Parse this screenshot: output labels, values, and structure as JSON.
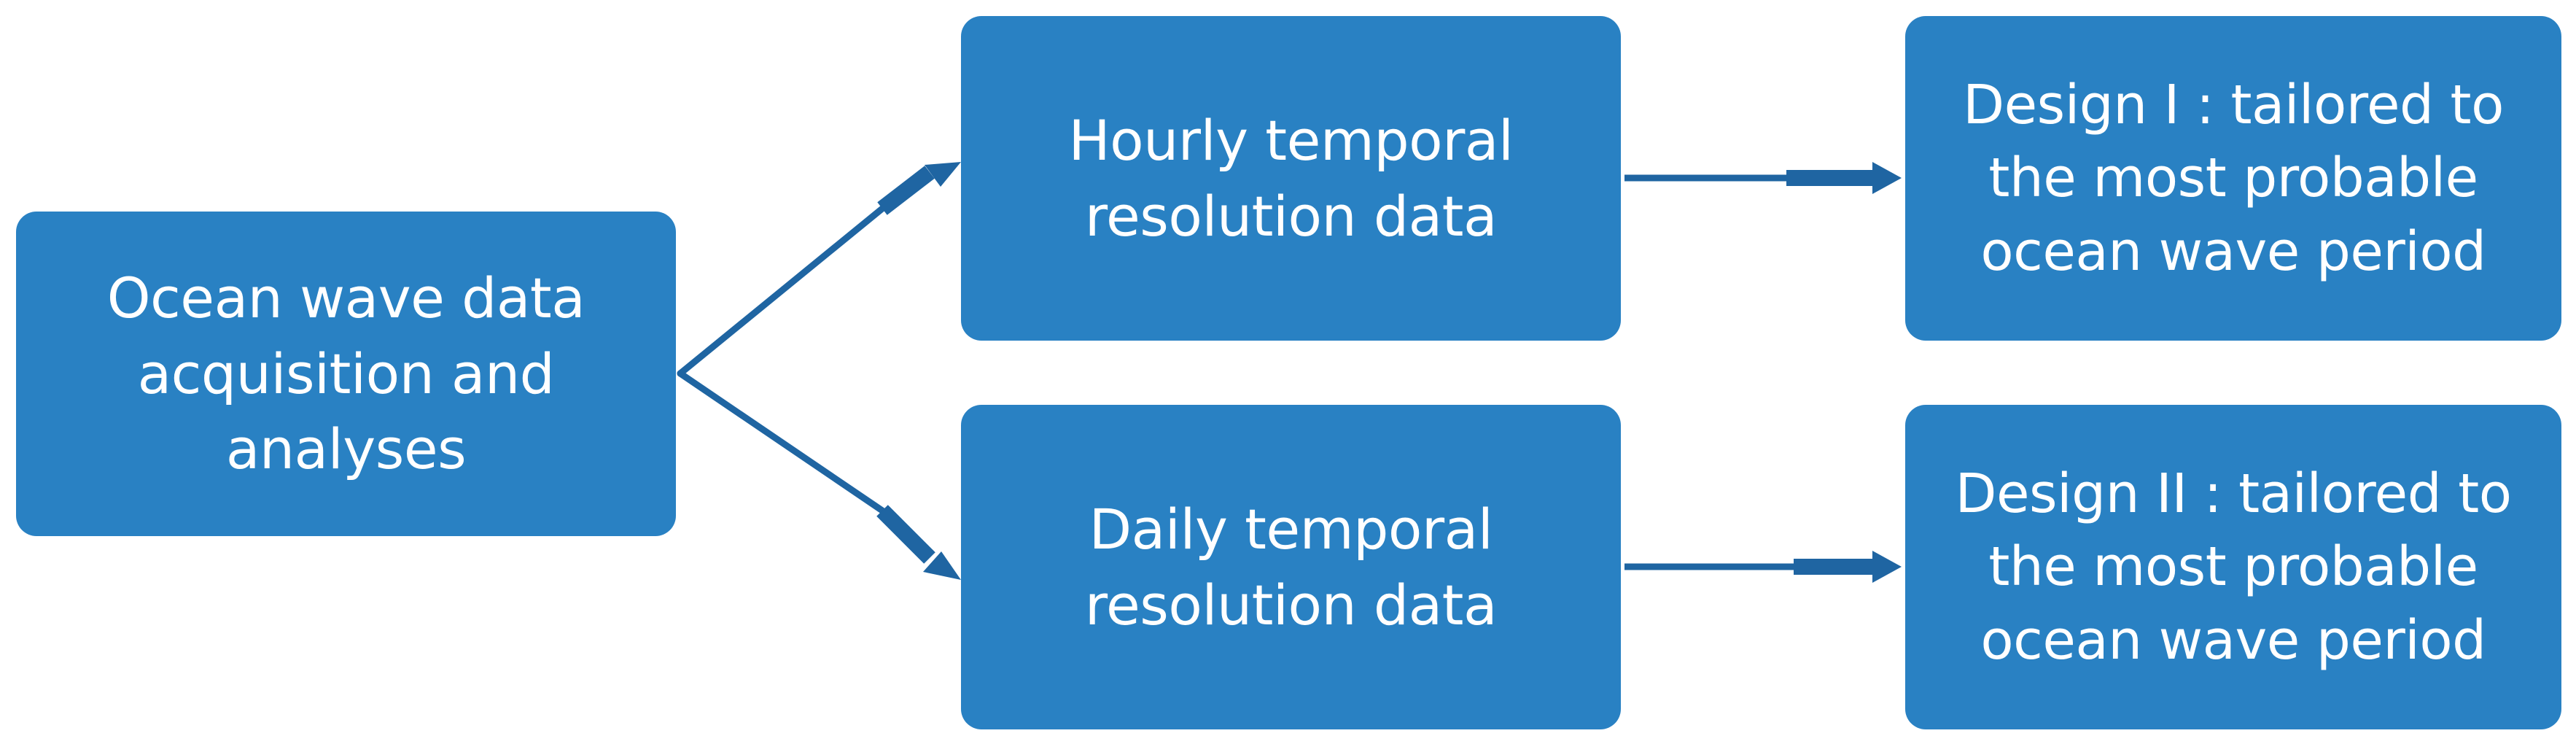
{
  "colors": {
    "box_fill": "#2981c3",
    "box_text": "#ffffff",
    "connector": "#1f65a2",
    "background": "#ffffff"
  },
  "nodes": {
    "acquisition": {
      "lines": [
        "Ocean wave data",
        "acquisition and",
        "analyses"
      ]
    },
    "hourly": {
      "lines": [
        "Hourly temporal",
        "resolution data"
      ]
    },
    "daily": {
      "lines": [
        "Daily temporal",
        "resolution data"
      ]
    },
    "design1": {
      "lines": [
        "Design I : tailored to",
        "the most probable",
        "ocean wave period"
      ]
    },
    "design2": {
      "lines": [
        "Design II : tailored to",
        "the most probable",
        "ocean wave period"
      ]
    }
  }
}
